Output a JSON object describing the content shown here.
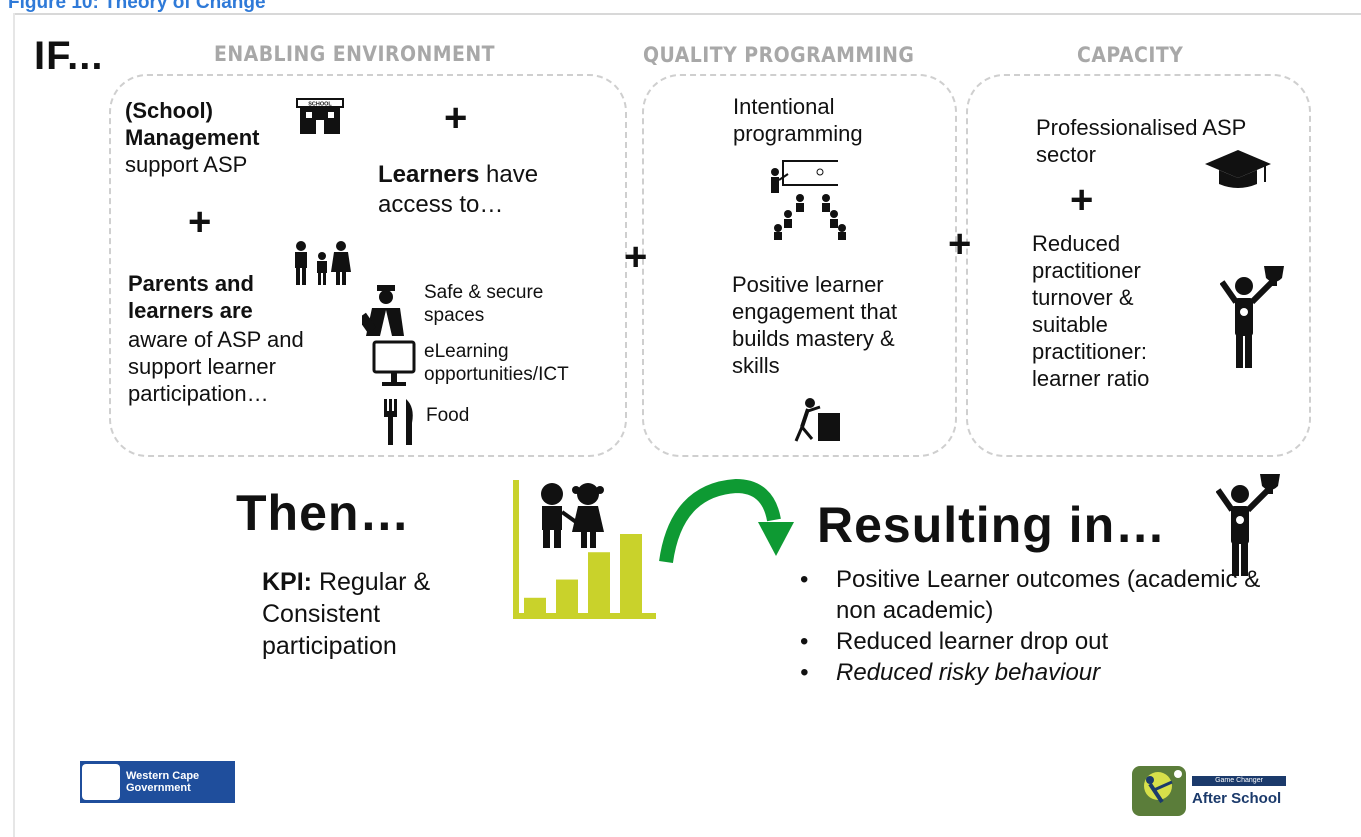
{
  "header": {
    "title": "Figure 10: Theory of Change"
  },
  "if_label": "IF...",
  "then_label": "Then…",
  "resulting_label": "Resulting in…",
  "sections": {
    "enabling": "ENABLING ENVIRONMENT",
    "quality": "QUALITY PROGRAMMING",
    "capacity": "CAPACITY"
  },
  "plus": "+",
  "enabling": {
    "school_mgmt_bold": "(School) Management",
    "school_mgmt_rest": "support ASP",
    "parents_bold": "Parents and learners are",
    "parents_rest": "aware of ASP and support learner participation…",
    "learners_bold": "Learners",
    "learners_rest": " have access to…",
    "school_sign": "SCHOOL",
    "access_items": [
      "Safe & secure spaces",
      "eLearning opportunities/ICT",
      "Food"
    ]
  },
  "quality": {
    "intentional": "Intentional programming",
    "positive": "Positive learner engagement that builds mastery & skills"
  },
  "capacity": {
    "professionalised": "Professionalised ASP sector",
    "reduced": "Reduced practitioner turnover & suitable practitioner: learner ratio"
  },
  "kpi": {
    "label": "KPI:",
    "text": " Regular & Consistent participation"
  },
  "outcomes": [
    {
      "text": "Positive Learner outcomes (academic & non academic)",
      "italic": false
    },
    {
      "text": "Reduced learner drop out",
      "italic": false
    },
    {
      "text": "Reduced risky behaviour",
      "italic": true
    }
  ],
  "bar_chart": {
    "values": [
      2,
      4,
      7,
      9
    ],
    "color": "#c9d22b"
  },
  "logos": {
    "wcg": "Western Cape Government",
    "after_school": "After School",
    "game_changer": "Game Changer"
  }
}
